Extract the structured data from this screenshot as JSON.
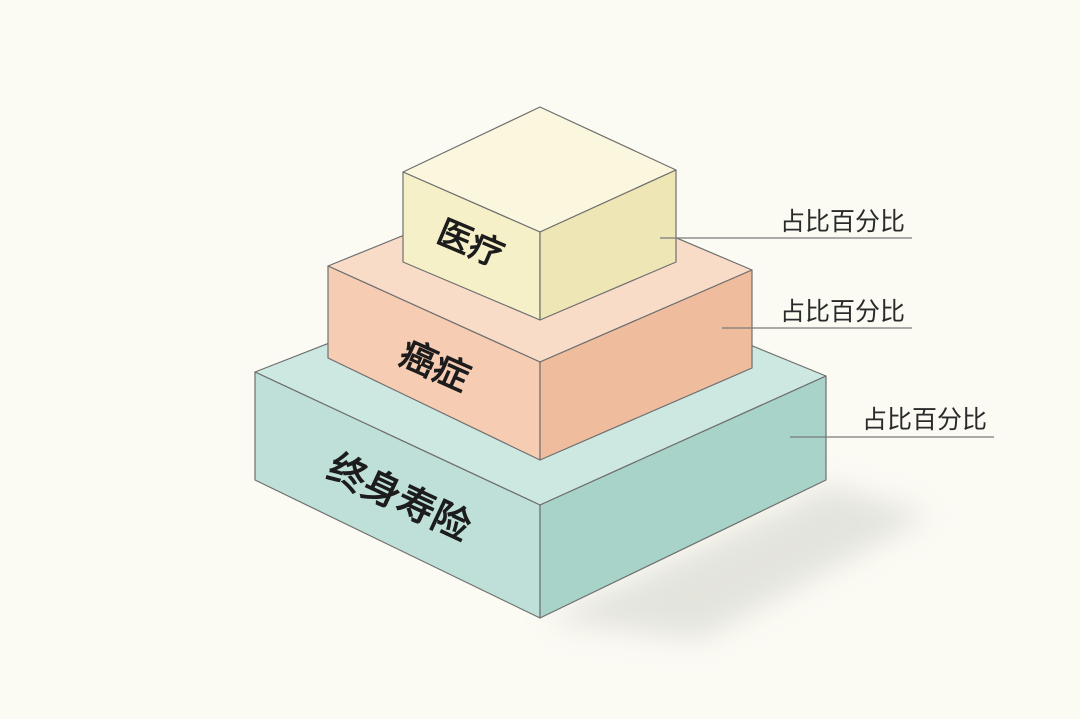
{
  "tiers": [
    {
      "name": "医疗",
      "callout": "占比百分比"
    },
    {
      "name": "癌症",
      "callout": "占比百分比"
    },
    {
      "name": "终身寿险",
      "callout": "占比百分比"
    }
  ],
  "colors": {
    "background": "#fbfbf4",
    "top_tier": {
      "front": "#f6f0c9",
      "top": "#fbf7de",
      "side": "#efe6b5"
    },
    "middle_tier": {
      "front": "#f6cdb3",
      "top": "#f8dcc8",
      "side": "#efbd9e"
    },
    "bottom_tier": {
      "front": "#bfe0d8",
      "top": "#cde8e1",
      "side": "#a8d3c9"
    },
    "outline": "#6f6f6f",
    "callout_line": "#7a7a7a"
  }
}
